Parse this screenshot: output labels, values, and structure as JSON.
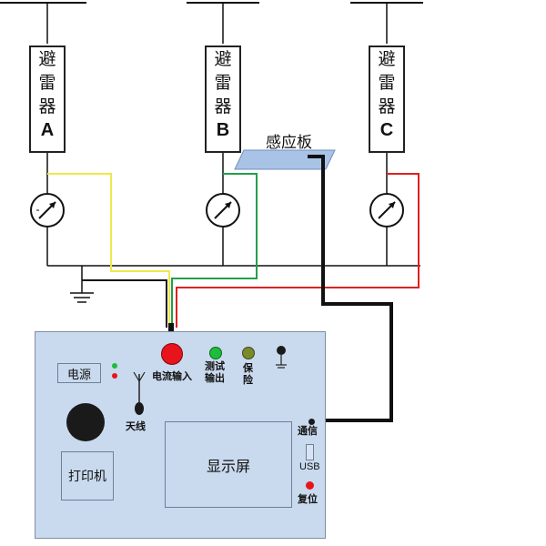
{
  "arresters": [
    {
      "chars": [
        "避",
        "雷",
        "器"
      ],
      "letter": "A"
    },
    {
      "chars": [
        "避",
        "雷",
        "器"
      ],
      "letter": "B"
    },
    {
      "chars": [
        "避",
        "雷",
        "器"
      ],
      "letter": "C"
    }
  ],
  "sensor_plate_label": "感应板",
  "panel": {
    "power_label": "电源",
    "antenna_label": "天线",
    "current_input_label": "电流输入",
    "test_output_label": [
      "测试",
      "输出"
    ],
    "fuse_label": [
      "保",
      "险"
    ],
    "display_label": "显示屏",
    "comm_label": "通信",
    "usb_label": "USB",
    "reset_label": "复位",
    "printer_label": "打印机"
  },
  "colors": {
    "phase_a_wire": "#f0e84a",
    "phase_b_wire": "#22a04a",
    "phase_c_wire": "#e02020",
    "panel_bg": "#c9d9ee",
    "current_input_jack": "#e8141c",
    "test_output_led": "#1cbd3a",
    "fuse_led": "#7a8a2a",
    "sensor_plate": "#a9c3e6"
  },
  "icons": [
    "ammeter-icon",
    "ground-icon",
    "antenna-icon",
    "speaker-icon"
  ]
}
